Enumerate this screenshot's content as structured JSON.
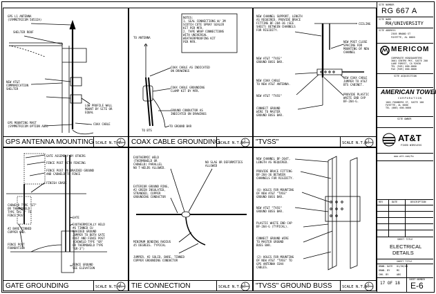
{
  "title_block": {
    "site_number_label": "SITE NUMBER",
    "site_number": "RG 667 A",
    "site_name_label": "SITE NAME",
    "site_name": "RH/UNIVERSITY",
    "site_address_label": "SITE ADDRESS",
    "site_address": [
      "2305 BRAND ST",
      "FAYETTE, AL 0000"
    ],
    "company1": "MERICOM",
    "company1_address": [
      "CORPORATE HEADQUARTERS",
      "3001 CENTRE PKY, SUITE 200",
      "LAKE FOREST, CA 92630",
      "TEL (949) 000-0000",
      "FAX (949) 000-0000"
    ],
    "site_acquisition_label": "SITE ACQUISITION",
    "company2": "AMERICAN TOWER",
    "company2_sub": "CORPORATION",
    "company2_address": [
      "1001 FOUNDERS ST, SUITE 100",
      "FAYETTE, AL 0000",
      "TEL (000) 000-0000"
    ],
    "site_owner_label": "SITE OWNER",
    "client": "AT&T",
    "client_sub": "FIXED WIRELESS",
    "client_url": "www.att.com/fw",
    "rev_headers": [
      "REV",
      "DATE",
      "DESCRIPTION"
    ],
    "sheet_title_label": "SHEET TITLE",
    "sheet_title": [
      "ELECTRICAL",
      "DETAILS"
    ],
    "drawing_info": [
      {
        "label": "DRWN. DATE",
        "value": "01/30/01"
      },
      {
        "label": "DRWN. BY",
        "value": "MS"
      },
      {
        "label": "CHK. BY",
        "value": "ABS"
      }
    ],
    "sheet_count": "17 OF 18",
    "sheet_number_label": "SHEET NUMBER",
    "sheet_number": "E-6"
  },
  "panels": [
    {
      "title": "GPS ANTENNA MOUNTING",
      "scale": "SCALE N.T.S.",
      "symbol": "1",
      "notes": [
        "GPS L1 ANTENNA",
        "(SYMMETRICOM 58532A)",
        "SHELTER ROOF",
        "NEW AT&T",
        "COMMUNICATION",
        "SHELTER",
        "LOW PROFILE WALL",
        "MOUNT BY SITE OR",
        "EQUAL",
        "GPS MOUNTING MAST",
        "(SYMMETRICOM OPTION A05)",
        "COAX CABLE"
      ]
    },
    {
      "title": "COAX CABLE GROUNDING",
      "scale": "SCALE N.T.S.",
      "symbol": "2",
      "notes": [
        "NOTES:",
        "1. SEAL CONNECTIONS W/ 3M",
        "SCOTCH COTE SPRAY SEALER",
        "KIT PER MFR.",
        "2. TAPE WRAP CONNECTIONS",
        "WITH UNIVERSAL",
        "WEATHERPROOFING KIT",
        "PER MFR.",
        "TO ANTENNA",
        "COAX CABLE AS INDICATED",
        "ON DRAWINGS",
        "COAX CABLE GROUNDING",
        "CLAMP KIT BY MFR.",
        "GROUND CONDUCTOR AS",
        "INDICATED ON DRAWINGS",
        "TO GROUND BAR",
        "TO BTS"
      ]
    },
    {
      "title": "\"TVSS\"",
      "scale": "SCALE N.T.S.",
      "symbol": "3",
      "notes": [
        "NEW CHANNEL SUPPORT, LENGTH",
        "AS REQUIRED. PROVIDE BRACE",
        "FITTING BF-204-36 (SEE",
        "SHEET) BETWEEN CHANNELS",
        "FOR RIGIDITY.",
        "CEILING",
        "NEW POST CLOSE",
        "SPACING FOR",
        "MOUNTING OF NEW",
        "CHANNEL",
        "NEW AT&T \"TVSS\"",
        "GROUND BUSS BAR.",
        "NEW COAX CABLE",
        "TO NEW AT&T ANTENNA.",
        "NEW COAX CABLE",
        "JUMPER TO AT&T",
        "BTS CABINET.",
        "NEW AT&T \"TVSS\"",
        "PROVIDE PLASTIC",
        "WHITE END CAP",
        "BF-204-G.",
        "CONNECT GROUND",
        "WIRE TO MASTER",
        "GROUND BUSS BAR."
      ]
    },
    {
      "title": "GATE GROUNDING",
      "scale": "SCALE N.T.S.",
      "symbol": "4",
      "notes": [
        "GATE ASSEMBLY BY OTHERS",
        "FENCE POST WITH FENCING",
        "FENCE POST #6 BRAIDED GROUND",
        "AND CADWELD TO FENCE",
        "FINISH GRADE",
        "CADWELD TYPE \"GT\"",
        "OR THERMOWELD",
        "TYPE \"VS-1\" TO",
        "FENCE POST",
        "#2 BARE TINNED",
        "COPPER GND.",
        "FENCE POST",
        "FOUNDATION",
        "GATE",
        "EXOTHERMICALLY HELD",
        "#6 TINNED CU",
        "BRAIDED GROUND",
        "JUMPER TO BOTH GATE",
        "POST AND FENCE POST",
        "(CADWELD TYPE \"GR\"",
        "OR THERMOWELD TYPE",
        "\"GR-3\")",
        "FENCE GROUND",
        "SEE ELEVATION"
      ]
    },
    {
      "title": "TIE CONNECTION",
      "scale": "SCALE N.T.S.",
      "symbol": "5",
      "notes": [
        "EXOTHERMIC WELD",
        "(THERMOWELD OR",
        "CADWELD) PARALLEL",
        "NO T-WELDS ALLOWED.",
        "EXTERIOR GROUND RING,",
        "#2 GREEN INSULATED,",
        "STRANDED, COPPER",
        "GROUNDING CONDUCTOR",
        "NO SLAG OR DEFORMITIES",
        "ALLOWED",
        "MINIMUM BENDING RADIUS",
        "45 DEGREES. TYPICAL",
        "JUMPER, #2 SOLID, BARE, TINNED",
        "COPPER GROUNDING CONDUCTOR"
      ]
    },
    {
      "title": "\"TVSS\" GROUND BUSS",
      "scale": "SCALE N.T.S.",
      "symbol": "6",
      "notes": [
        "NEW CHANNEL BF-204T,",
        "LENGTH AS REQUIRED.",
        "PROVIDE BRACE FITTING",
        "BF-204-36 BETWEEN",
        "CHANNELS FOR RIGIDITY.",
        "(6) HOLES FOR MOUNTING",
        "OF NEW AT&T \"TVSS\"",
        "GROUND BUSS BAR.",
        "NEW AT&T \"TVSS\"",
        "GROUND BUSS BAR.",
        "PLASTIC WHITE END CAP",
        "BF-204-G (TYPICAL).",
        "CONNECT GROUND WIRE",
        "TO MASTER GROUND",
        "BUSS BAR.",
        "(2) HOLES FOR MOUNTING",
        "OF NEW AT&T \"TVSS\" TO",
        "GPS ANTENNA COAX",
        "CABLES."
      ]
    }
  ]
}
